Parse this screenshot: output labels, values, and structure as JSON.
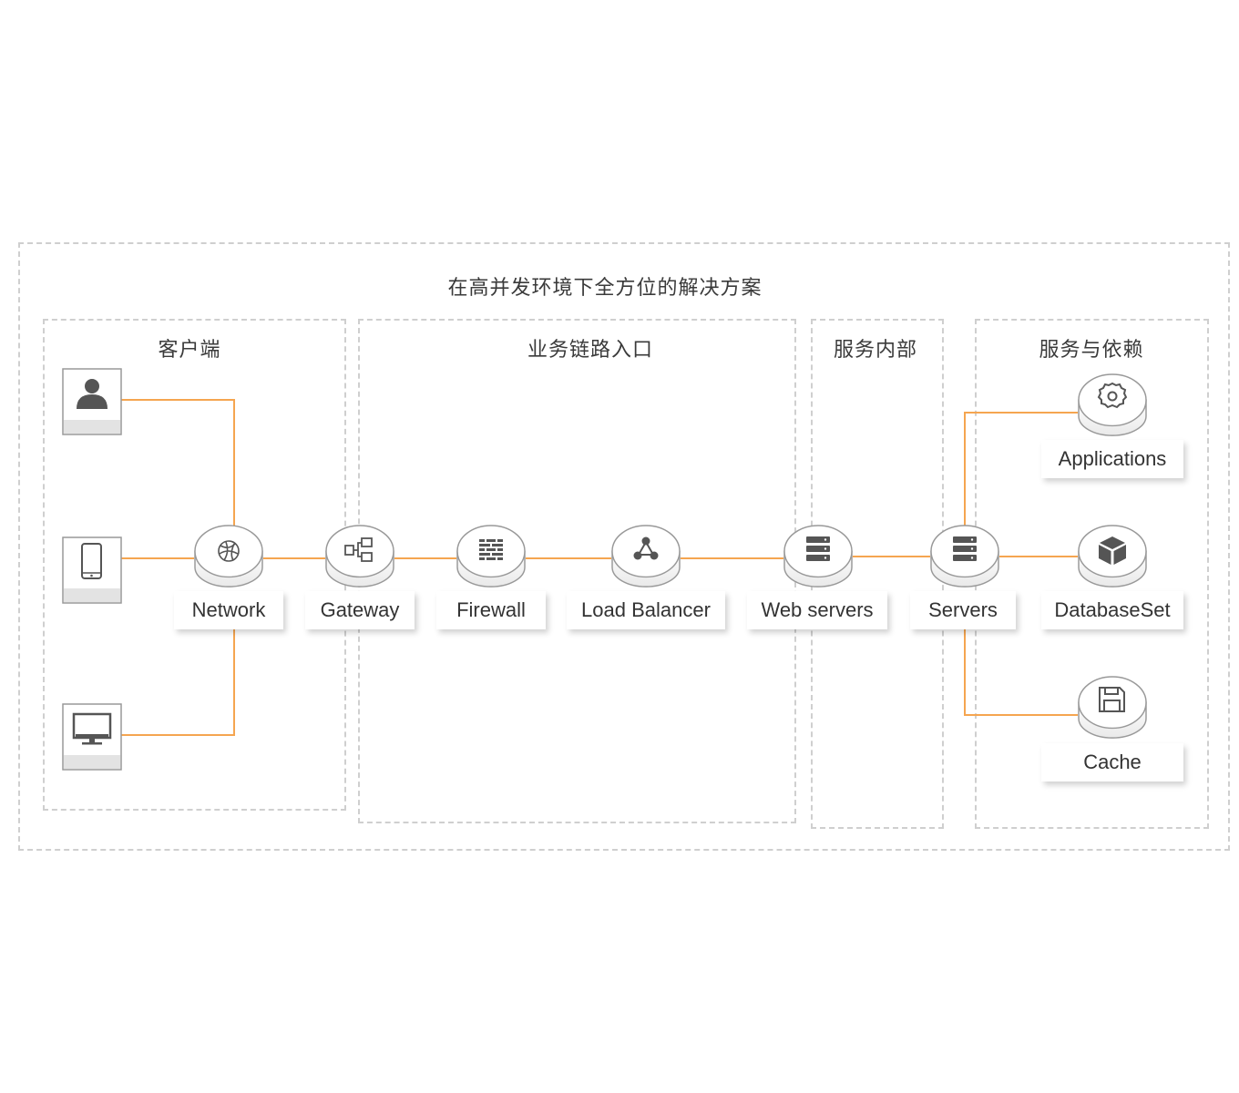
{
  "diagram": {
    "title": "在高并发环境下全方位的解决方案",
    "sections": {
      "client": "客户端",
      "entry": "业务链路入口",
      "internal": "服务内部",
      "deps": "服务与依赖"
    },
    "client_devices": [
      {
        "name": "user",
        "icon": "user-icon"
      },
      {
        "name": "mobile",
        "icon": "mobile-icon"
      },
      {
        "name": "desktop",
        "icon": "monitor-icon"
      }
    ],
    "nodes": {
      "network": "Network",
      "gateway": "Gateway",
      "firewall": "Firewall",
      "load_balancer": "Load Balancer",
      "web_servers": "Web servers",
      "servers": "Servers",
      "applications": "Applications",
      "database": "DatabaseSet",
      "cache": "Cache"
    },
    "colors": {
      "connector": "#f5a550",
      "border": "#cfcfcf",
      "icon": "#555555",
      "device_footer": "#e3e3e3"
    }
  }
}
